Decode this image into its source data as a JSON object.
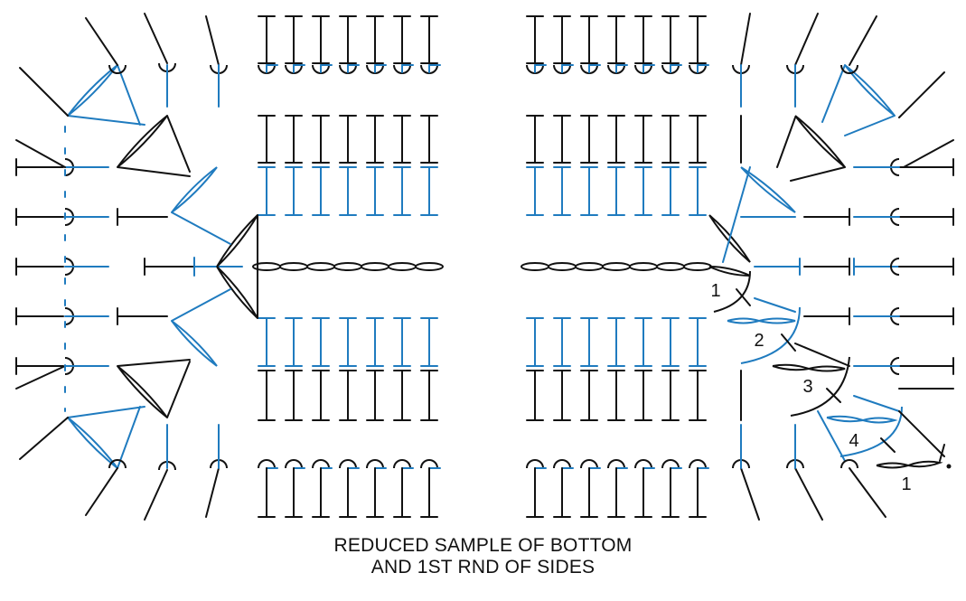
{
  "caption": {
    "line1": "REDUCED SAMPLE OF BOTTOM",
    "line2": "AND 1ST RND OF SIDES"
  },
  "row_labels": [
    "1",
    "2",
    "3",
    "4",
    "1"
  ],
  "colors": {
    "black": "#111111",
    "blue": "#1f7bbf"
  }
}
